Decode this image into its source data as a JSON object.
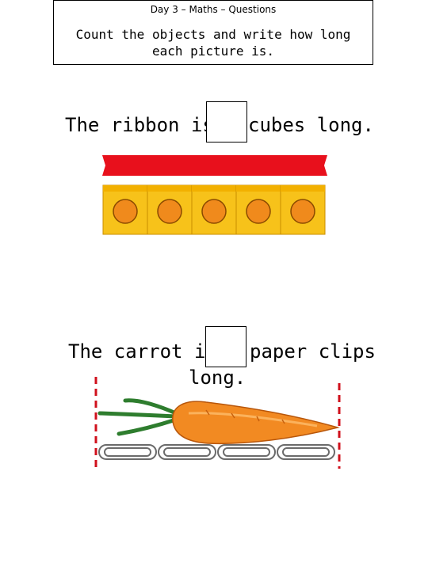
{
  "header": {
    "title": "Day 3 – Maths – Questions",
    "instruction": "Count the objects and write how long each picture is."
  },
  "questions": [
    {
      "id": "ribbon",
      "before": "The ribbon is",
      "after": "cubes long.",
      "answer": "",
      "object": "ribbon",
      "unit": "cube",
      "unit_count": 5,
      "colors": {
        "ribbon": "#e8101c",
        "cube": "#f7c21a",
        "dot": "#f08a1c"
      }
    },
    {
      "id": "carrot",
      "before": "The carrot is",
      "after": "paper clips",
      "after_line2": "long.",
      "answer": "",
      "object": "carrot",
      "unit": "paper-clip",
      "unit_count": 4,
      "colors": {
        "carrot": "#f28a22",
        "leaf": "#2e7d2e",
        "marker": "#d0101c"
      }
    }
  ]
}
